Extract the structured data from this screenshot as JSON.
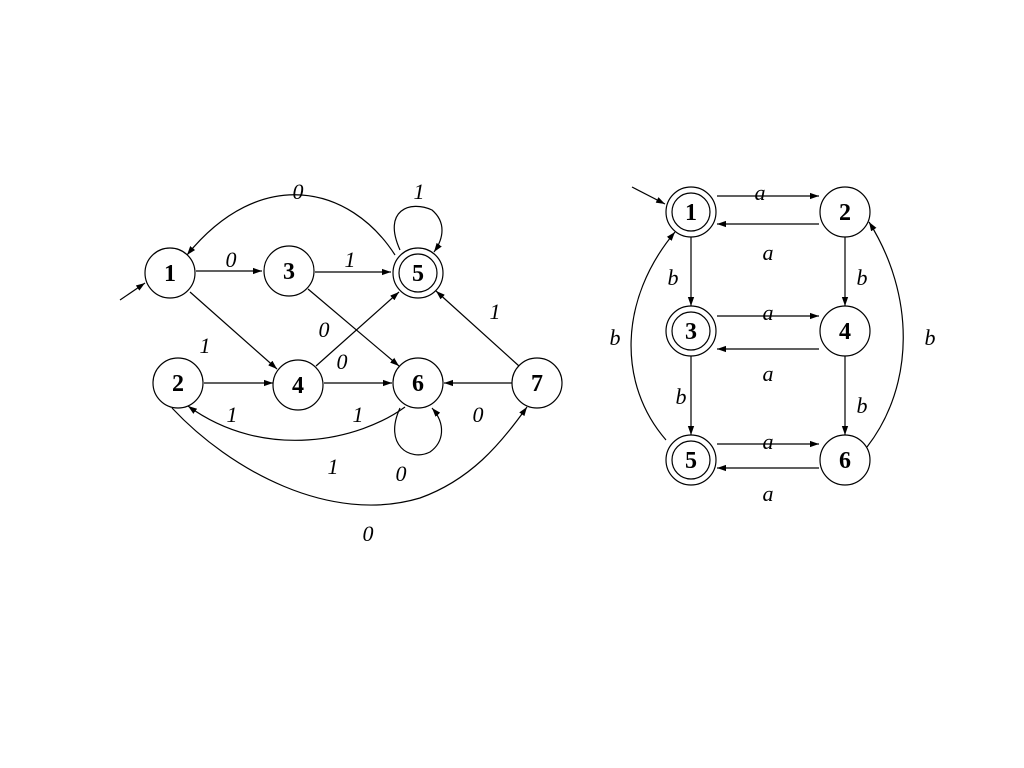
{
  "left_automaton": {
    "states": [
      {
        "id": "1",
        "label": "1",
        "initial": true,
        "accepting": false
      },
      {
        "id": "2",
        "label": "2",
        "initial": false,
        "accepting": false
      },
      {
        "id": "3",
        "label": "3",
        "initial": false,
        "accepting": false
      },
      {
        "id": "4",
        "label": "4",
        "initial": false,
        "accepting": false
      },
      {
        "id": "5",
        "label": "5",
        "initial": false,
        "accepting": true
      },
      {
        "id": "6",
        "label": "6",
        "initial": false,
        "accepting": false
      },
      {
        "id": "7",
        "label": "7",
        "initial": false,
        "accepting": false
      }
    ],
    "transitions": [
      {
        "from": "1",
        "to": "3",
        "label": "0"
      },
      {
        "from": "5",
        "to": "1",
        "label": "0"
      },
      {
        "from": "3",
        "to": "5",
        "label": "1"
      },
      {
        "from": "5",
        "to": "5",
        "label": "1"
      },
      {
        "from": "1",
        "to": "4",
        "label": "1"
      },
      {
        "from": "3",
        "to": "6",
        "label": "0"
      },
      {
        "from": "4",
        "to": "5",
        "label": "0"
      },
      {
        "from": "7",
        "to": "5",
        "label": "1"
      },
      {
        "from": "2",
        "to": "4",
        "label": "1"
      },
      {
        "from": "4",
        "to": "6",
        "label": "1"
      },
      {
        "from": "7",
        "to": "6",
        "label": "0"
      },
      {
        "from": "6",
        "to": "2",
        "label": "1"
      },
      {
        "from": "6",
        "to": "6",
        "label": "0"
      },
      {
        "from": "2",
        "to": "7",
        "label": "0"
      }
    ]
  },
  "right_automaton": {
    "states": [
      {
        "id": "1",
        "label": "1",
        "initial": true,
        "accepting": true
      },
      {
        "id": "2",
        "label": "2",
        "initial": false,
        "accepting": false
      },
      {
        "id": "3",
        "label": "3",
        "initial": false,
        "accepting": true
      },
      {
        "id": "4",
        "label": "4",
        "initial": false,
        "accepting": false
      },
      {
        "id": "5",
        "label": "5",
        "initial": false,
        "accepting": true
      },
      {
        "id": "6",
        "label": "6",
        "initial": false,
        "accepting": false
      }
    ],
    "transitions": [
      {
        "from": "1",
        "to": "2",
        "label": "a"
      },
      {
        "from": "2",
        "to": "1",
        "label": "a"
      },
      {
        "from": "1",
        "to": "3",
        "label": "b"
      },
      {
        "from": "2",
        "to": "4",
        "label": "b"
      },
      {
        "from": "3",
        "to": "4",
        "label": "a"
      },
      {
        "from": "4",
        "to": "3",
        "label": "a"
      },
      {
        "from": "3",
        "to": "5",
        "label": "b"
      },
      {
        "from": "4",
        "to": "6",
        "label": "b"
      },
      {
        "from": "5",
        "to": "6",
        "label": "a"
      },
      {
        "from": "6",
        "to": "5",
        "label": "a"
      },
      {
        "from": "5",
        "to": "1",
        "label": "b"
      },
      {
        "from": "6",
        "to": "2",
        "label": "b"
      }
    ]
  },
  "colors": {
    "stroke": "#000000",
    "background": "#ffffff"
  }
}
